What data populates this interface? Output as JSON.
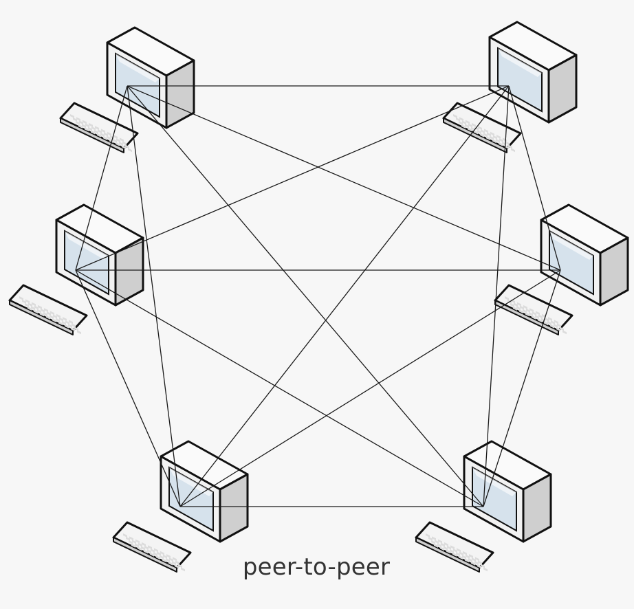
{
  "caption": "peer-to-peer",
  "colors": {
    "background": "#f7f7f7",
    "link_line": "#1a1a1a",
    "outline": "#111111",
    "monitor_front": "#f2f2f2",
    "monitor_top": "#fafafa",
    "monitor_side": "#cfcfcf",
    "screen": "#d6e2ec",
    "keyboard": "#f4f4f4"
  },
  "nodes": [
    {
      "id": "top-left",
      "icon": "computer-icon"
    },
    {
      "id": "top-right",
      "icon": "computer-icon"
    },
    {
      "id": "middle-left",
      "icon": "computer-icon"
    },
    {
      "id": "middle-right",
      "icon": "computer-icon"
    },
    {
      "id": "bottom-left",
      "icon": "computer-icon"
    },
    {
      "id": "bottom-right",
      "icon": "computer-icon"
    }
  ],
  "topology": "full-mesh"
}
